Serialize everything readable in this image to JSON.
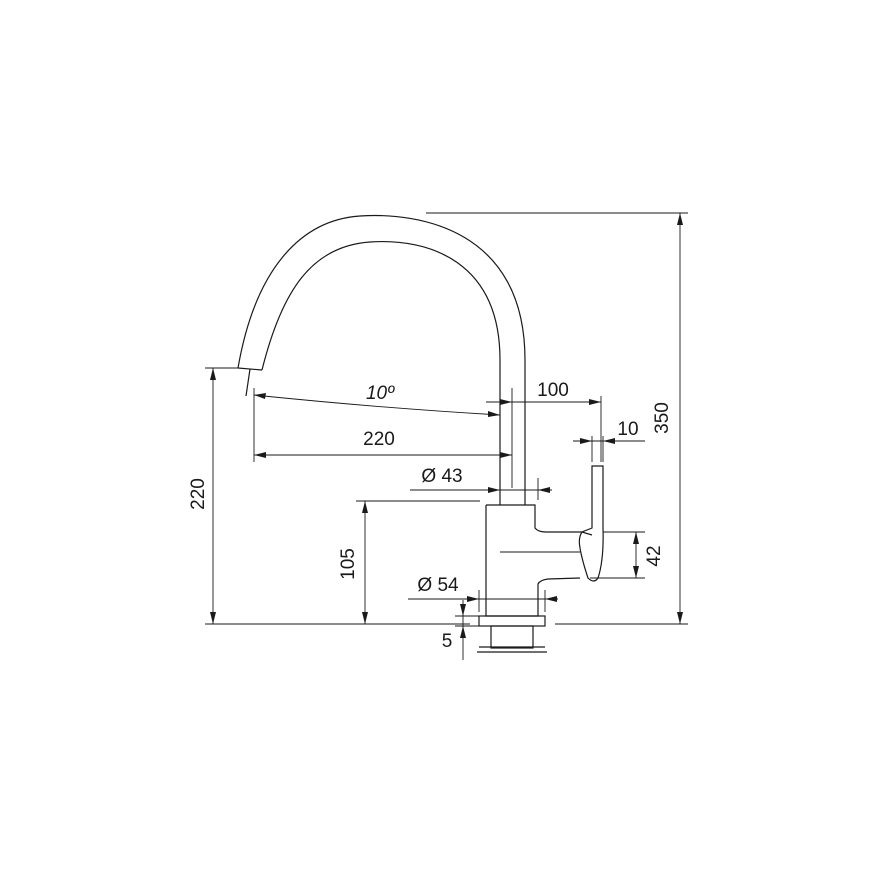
{
  "dimensions": {
    "total_height": "350",
    "spout_height": "220",
    "handle_height": "105",
    "spout_reach": "220",
    "handle_offset": "100",
    "handle_width": "10",
    "handle_lever_height": "42",
    "body_diameter": "Ø 43",
    "base_diameter": "Ø 54",
    "base_thickness": "5",
    "spout_angle": "10º"
  }
}
